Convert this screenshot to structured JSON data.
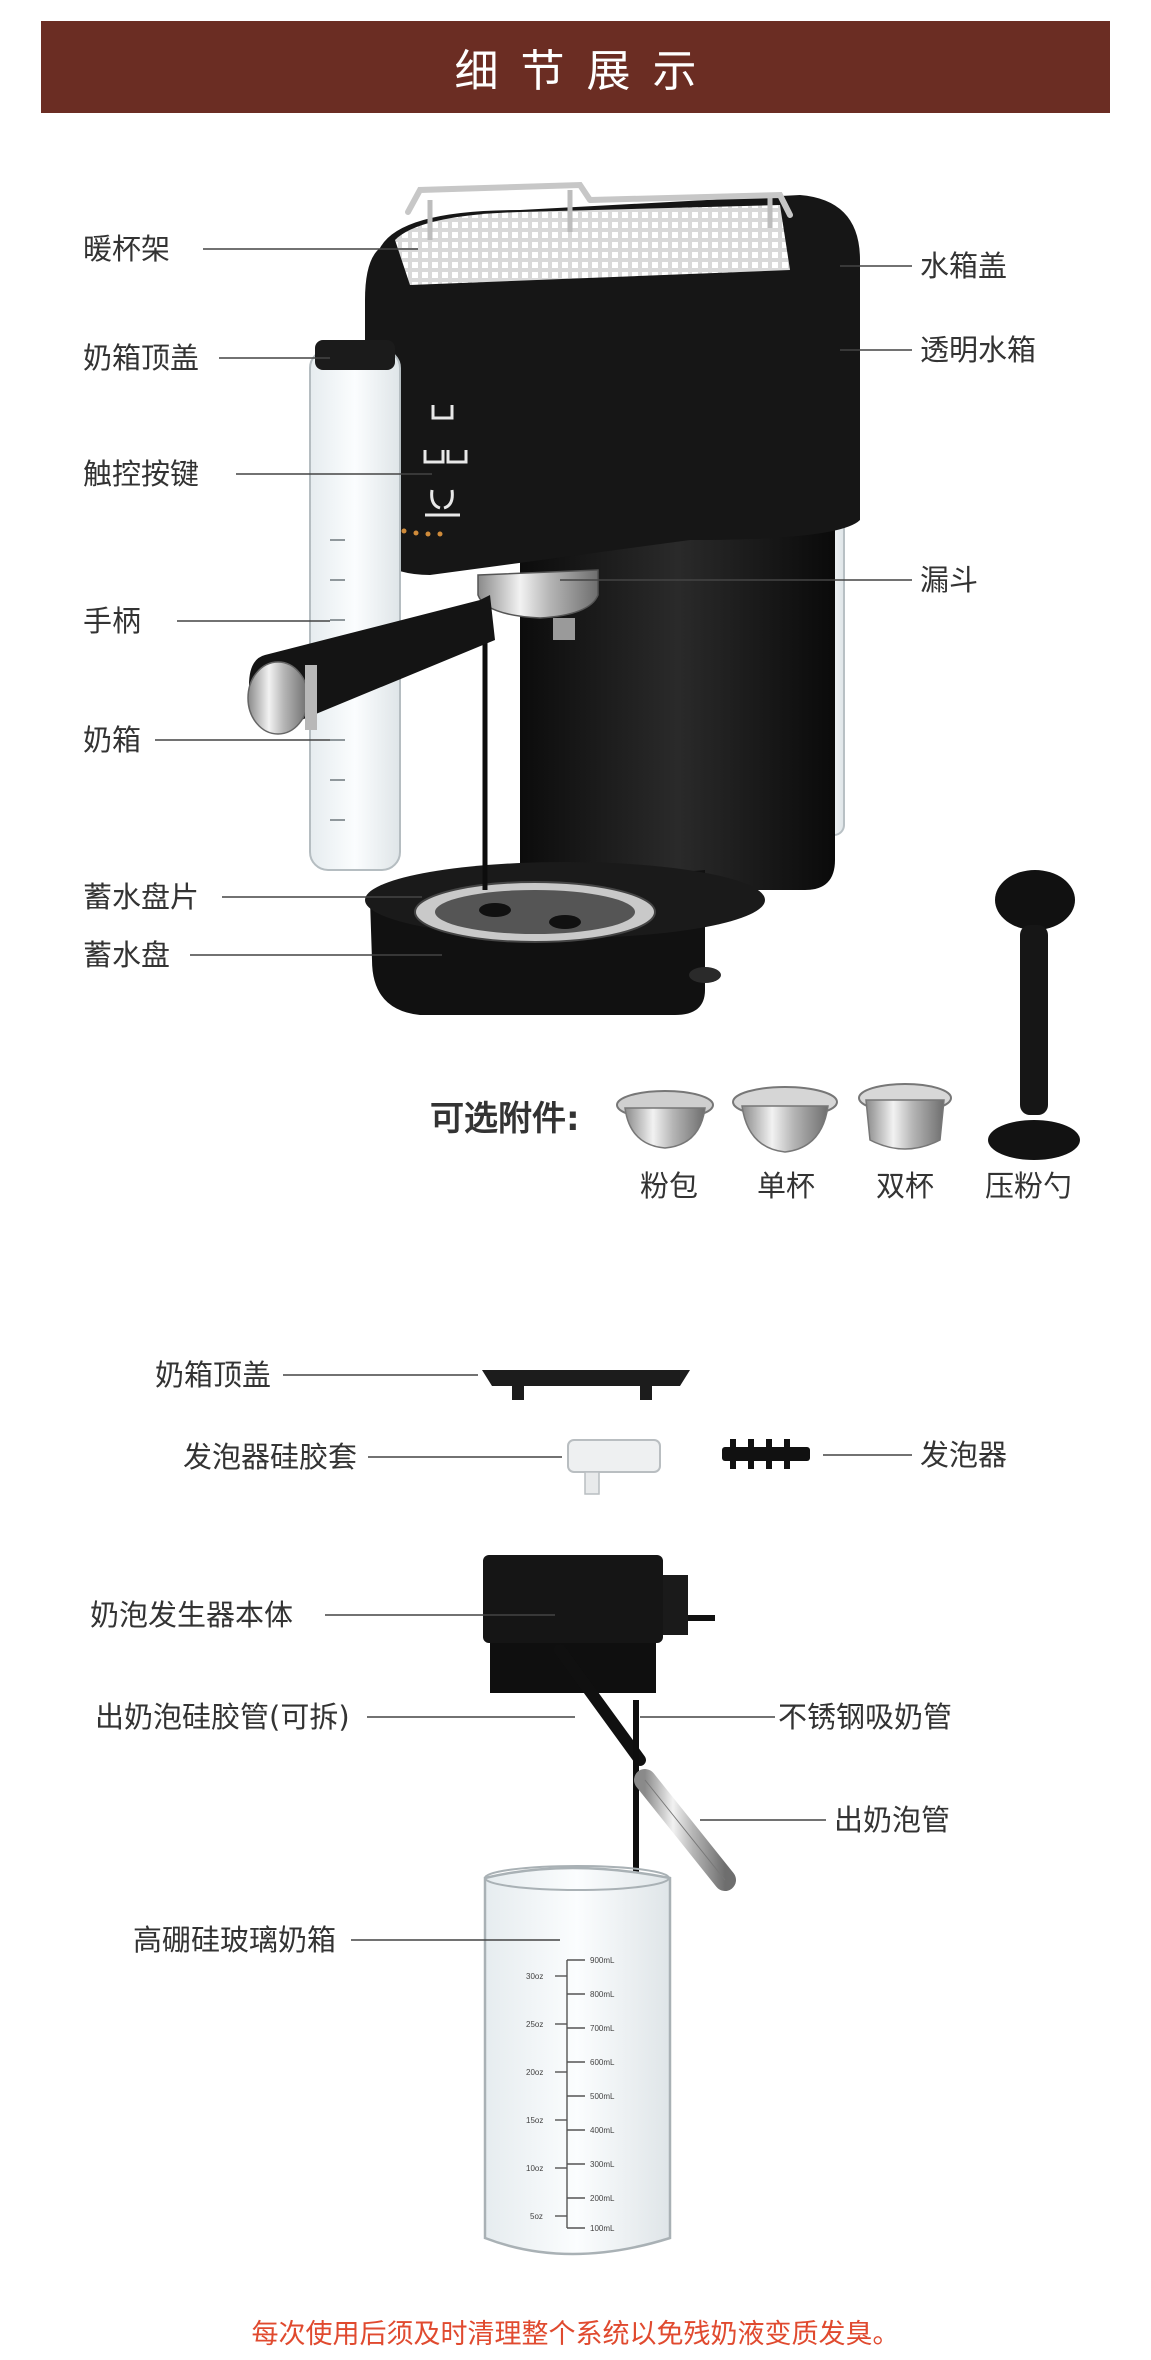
{
  "banner": {
    "title": "细节展示"
  },
  "machine_labels": {
    "cup_warmer": "暖杯架",
    "milk_tank_lid": "奶箱顶盖",
    "touch_buttons": "触控按键",
    "handle": "手柄",
    "milk_tank": "奶箱",
    "drip_tray_plate": "蓄水盘片",
    "drip_tray": "蓄水盘",
    "water_tank_lid": "水箱盖",
    "clear_water_tank": "透明水箱",
    "funnel": "漏斗"
  },
  "accessories": {
    "heading": "可选附件:",
    "items": [
      "粉包",
      "单杯",
      "双杯",
      "压粉勺"
    ]
  },
  "exploded_labels": {
    "milk_tank_top_lid": "奶箱顶盖",
    "frother_silicone_sleeve": "发泡器硅胶套",
    "frother": "发泡器",
    "frother_body": "奶泡发生器本体",
    "silicone_outlet_tube": "出奶泡硅胶管(可拆)",
    "steel_suction_tube": "不锈钢吸奶管",
    "outlet_tube": "出奶泡管",
    "glass_milk_tank": "高硼硅玻璃奶箱"
  },
  "scale_ml": [
    "900mL",
    "800mL",
    "700mL",
    "600mL",
    "500mL",
    "400mL",
    "300mL",
    "200mL",
    "100mL"
  ],
  "scale_oz": [
    "30oz",
    "25oz",
    "20oz",
    "15oz",
    "10oz",
    "5oz"
  ],
  "footer_note": "每次使用后须及时清理整个系统以免残奶液变质发臭。",
  "colors": {
    "banner": "#6b2d23",
    "note": "#e04a2f",
    "machine": "#141414"
  }
}
